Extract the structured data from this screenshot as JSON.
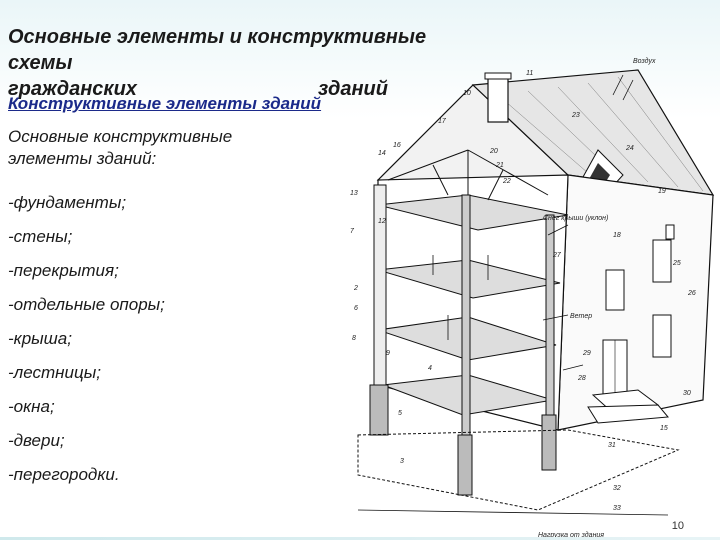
{
  "slide": {
    "title_line1": "Основные элементы и конструктивные схемы",
    "title_line2a": "гражданских",
    "title_line2b": "зданий",
    "subtitle": "Конструктивные элементы зданий",
    "intro": "Основные конструктивные элементы зданий:",
    "items": [
      "-фундаменты;",
      "-стены;",
      "-перекрытия;",
      "-отдельные опоры;",
      "-крыша;",
      "-лестницы;",
      "-окна;",
      "-двери;",
      "-перегородки."
    ],
    "page_number": "10"
  },
  "diagram": {
    "labels": {
      "snow": "Снег крыши (уклон)",
      "wind": "Ветер",
      "ground_load": "Нагрузка от здания",
      "vozduh": "Воздух"
    },
    "numbers": [
      "11",
      "12",
      "10",
      "17",
      "14",
      "16",
      "20",
      "21",
      "22",
      "23",
      "24",
      "13",
      "19",
      "27",
      "7",
      "18",
      "25",
      "26",
      "2",
      "6",
      "8",
      "9",
      "4",
      "28",
      "29",
      "30",
      "5",
      "3",
      "31",
      "32",
      "33",
      "15"
    ]
  }
}
